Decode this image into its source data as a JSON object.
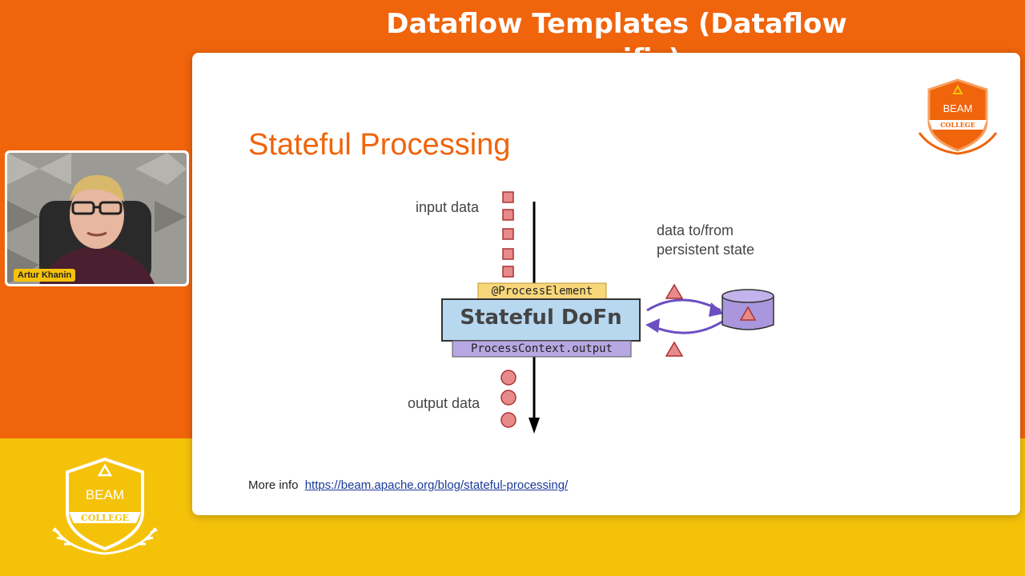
{
  "header": {
    "title": "Dataflow Templates (Dataflow specific)"
  },
  "slide": {
    "title": "Stateful Processing",
    "diagram": {
      "input_label": "input data",
      "output_label": "output data",
      "state_label_line1": "data to/from",
      "state_label_line2": "persistent state",
      "process_element": "@ProcessElement",
      "dofn": "Stateful DoFn",
      "context_output": "ProcessContext.output"
    },
    "more_info_label": "More info",
    "more_info_link": "https://beam.apache.org/blog/stateful-processing/"
  },
  "logo": {
    "line1": "BEAM",
    "line2": "COLLEGE"
  },
  "presenter": {
    "name": "Artur Khanin"
  },
  "colors": {
    "orange": "#f0640c",
    "yellow": "#f5c20a",
    "purple": "#7b5cc4"
  }
}
